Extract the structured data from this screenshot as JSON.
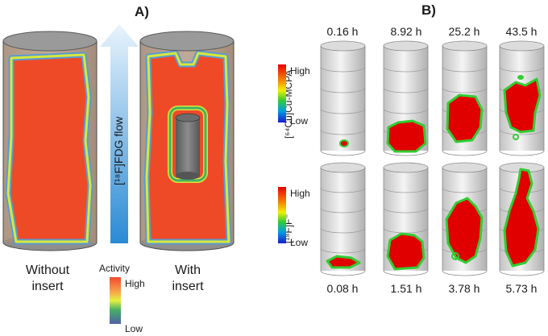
{
  "panel_a": {
    "label": "A)",
    "flow_label": "[¹⁸F]FDG flow",
    "left_caption_line1": "Without",
    "left_caption_line2": "insert",
    "right_caption_line1": "With",
    "right_caption_line2": "insert",
    "colorbar": {
      "title": "Activity",
      "high": "High",
      "low": "Low"
    }
  },
  "panel_b": {
    "label": "B)",
    "top_row": {
      "tracer": "[⁶⁴Cu]Cu-MCPA",
      "times": [
        "0.16 h",
        "8.92 h",
        "25.2 h",
        "43.5 h"
      ],
      "colorbar": {
        "high": "High",
        "low": "Low"
      }
    },
    "bottom_row": {
      "tracer": "[¹⁸F]F⁻",
      "times": [
        "0.08 h",
        "1.51 h",
        "3.78 h",
        "5.73 h"
      ],
      "colorbar": {
        "high": "High",
        "low": "Low"
      }
    }
  },
  "colors": {
    "hot": "#ee4a28",
    "red": "#e00000",
    "arrow_top": "#e8f3fb",
    "arrow_bottom": "#2a8dd6",
    "column_gray": "#8a8a8a"
  }
}
